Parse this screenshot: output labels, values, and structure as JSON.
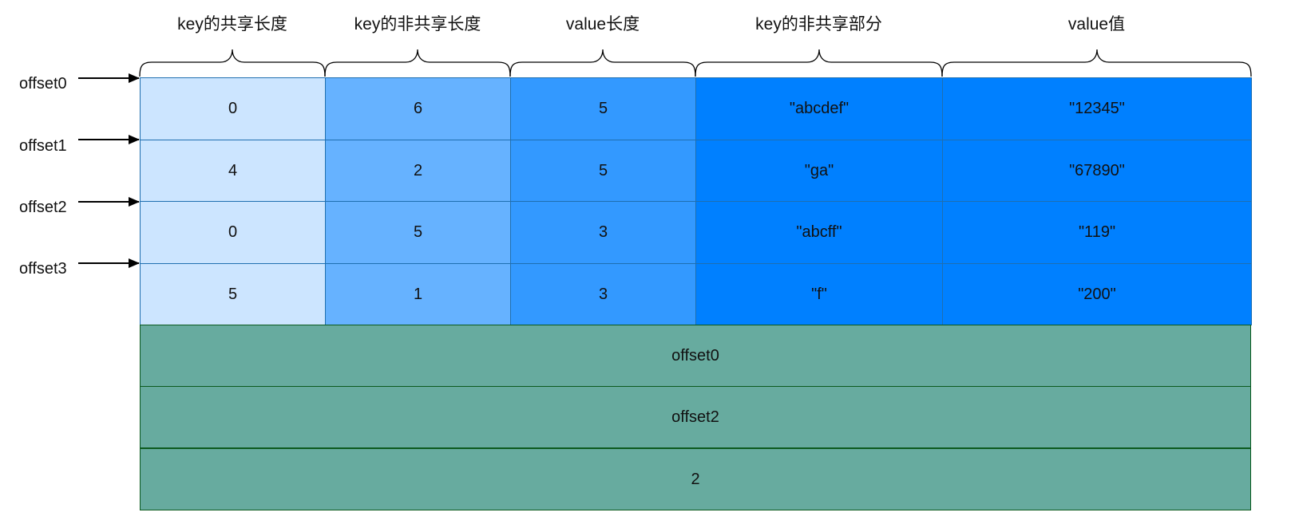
{
  "columns": [
    {
      "label": "key的共享长度",
      "color": "#cce5ff"
    },
    {
      "label": "key的非共享长度",
      "color": "#66b2ff"
    },
    {
      "label": "value长度",
      "color": "#3399ff"
    },
    {
      "label": "key的非共享部分",
      "color": "#0080ff"
    },
    {
      "label": "value值",
      "color": "#0080ff"
    }
  ],
  "offsets": [
    "offset0",
    "offset1",
    "offset2",
    "offset3"
  ],
  "rows": [
    [
      "0",
      "6",
      "5",
      "\"abcdef\"",
      "\"12345\""
    ],
    [
      "4",
      "2",
      "5",
      "\"ga\"",
      "\"67890\""
    ],
    [
      "0",
      "5",
      "3",
      "\"abcff\"",
      "\"119\""
    ],
    [
      "5",
      "1",
      "3",
      "\"f\"",
      "\"200\""
    ]
  ],
  "footer": [
    "offset0",
    "offset2",
    "2"
  ]
}
